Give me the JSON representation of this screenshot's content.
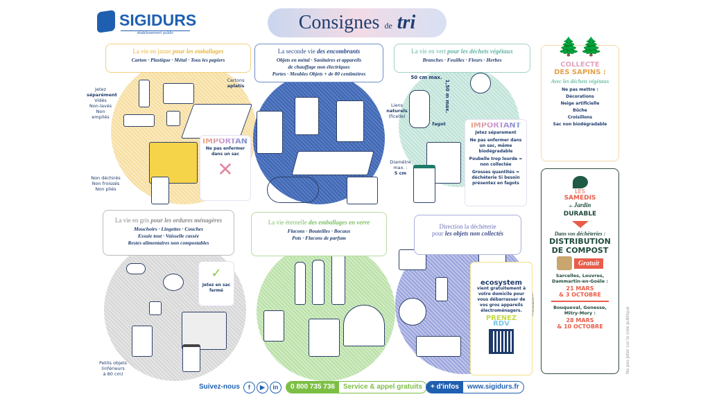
{
  "logo": {
    "name": "SIGIDURS",
    "subtitle": "établissement public"
  },
  "title": {
    "main": "Consignes",
    "de": "de",
    "tri": "tri"
  },
  "jaune": {
    "intro": "La vie en jaune",
    "bold": "pour les emballages",
    "items": "Carton · Plastique · Métal · Tous les papiers",
    "note1a": "Jetez",
    "note1b": "séparément",
    "note2": [
      "Vidés",
      "Non-lavés",
      "Non empilés"
    ],
    "note3a": "Cartons",
    "note3b": "aplatis",
    "note4": [
      "Non déchirés",
      "Non froissés",
      "Non pliés"
    ],
    "important": {
      "title": "IMPORTANT",
      "text": "Ne pas enfermer dans un sac"
    }
  },
  "encombrants": {
    "intro": "La seconde vie",
    "bold": "des encombrants",
    "items": [
      "Objets en métal · Sanitaires et appareils",
      "de chauffage non électriques",
      "Portes · Meubles Objets + de 80 centimètres"
    ]
  },
  "vert": {
    "intro": "La vie en vert",
    "bold": "pour les déchets végétaux",
    "items": "Branches · Feuilles · Fleurs · Herbes",
    "width": "50 cm max.",
    "height": "1,50 m max.",
    "fagot": "fagot",
    "liens": [
      "Liens",
      "naturels",
      "(ficelle)"
    ],
    "diametre": [
      "Diamètre",
      "max. :",
      "5 cm"
    ],
    "important": {
      "title": "IMPORTANT",
      "lines": [
        "Jetez séparement",
        "Ne pas enfermer dans un sac, même biodégradable",
        "Poubelle trop lourde = non collectée",
        "Grosses quantités = déchèterie Si besoin présentez en fagots"
      ]
    }
  },
  "sapins": {
    "title1": "COLLECTE",
    "title2": "DES SAPINS :",
    "sub": "Avec les déchets végétaux",
    "label": "Ne pas mettre :",
    "items": [
      "Décorations",
      "Neige artificielle",
      "Bûche",
      "Croisillons",
      "Sac non biodégradable"
    ]
  },
  "jardin": {
    "les": "LES",
    "samedis": "SAMEDIS",
    "du": "du",
    "jardin": "Jardin",
    "durable": "DURABLE",
    "dans": "Dans vos déchèteries :",
    "dist1": "DISTRIBUTION",
    "dist2": "DE COMPOST",
    "gratuit": "Gratuit",
    "group1": "Sarcelles, Louvres, Dammartin-en-Goële :",
    "date1a": "21 MARS",
    "date1b": "& 3 OCTOBRE",
    "group2": "Bouqueval, Gonesse, Mitry-Mory :",
    "date2a": "28 MARS",
    "date2b": "& 10 OCTOBRE"
  },
  "gris": {
    "intro": "La vie en gris",
    "bold": "pour les ordures ménagères",
    "items": [
      "Mouchoirs · Lingettes · Couches",
      "Essuie tout · Vaisselle cassée",
      "Restes alimentaires non compostables"
    ],
    "bag": "Jetez en sac fermé",
    "petits": [
      "Petits objets",
      "(inférieurs",
      "à 80 cm)"
    ]
  },
  "verre": {
    "intro": "La vie éternelle",
    "bold": "des emballages en verre",
    "items": [
      "Flacons · Bouteilles · Bocaux",
      "Pots · Flacons de parfum"
    ]
  },
  "decheterie": {
    "intro": "Direction la déchèterie",
    "intro2": "pour",
    "bold": "les objets non collectés",
    "ecosystem": {
      "brand": "ecosystem",
      "text": "vient gratuitement à votre domicile pour vous débarrasser de vos gros appareils électroménagers.",
      "cta1": "PRENEZ",
      "cta2": "RDV"
    }
  },
  "footer": {
    "follow": "Suivez-nous",
    "social": [
      "f",
      "▶",
      "in"
    ],
    "phone": "0 800 735 736",
    "phone_note": "Service & appel gratuits",
    "infos": "+ d'infos",
    "url": "www.sigidurs.fr"
  },
  "side_note": "Ne pas jeter sur la voie publique"
}
